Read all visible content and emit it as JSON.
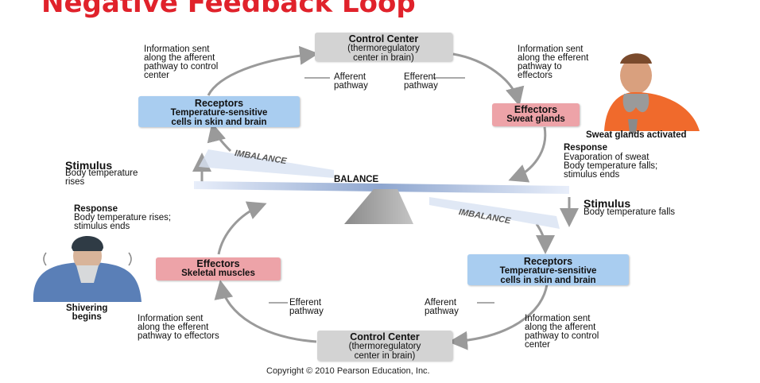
{
  "title": "Negative Feedback Loop",
  "top_loop": {
    "control_center": {
      "heading": "Control Center",
      "sub1": "(thermoregulatory",
      "sub2": "center in brain)"
    },
    "receptors": {
      "heading": "Receptors",
      "line1": "Temperature-sensitive",
      "line2": "cells in skin and brain"
    },
    "effectors": {
      "heading": "Effectors",
      "line1": "Sweat glands"
    },
    "info_afferent": "Information sent\nalong the afferent\npathway to control\ncenter",
    "info_efferent": "Information sent\nalong the efferent\npathway to\neffectors",
    "afferent_label": "Afferent\npathway",
    "efferent_label": "Efferent\npathway",
    "sweat_label": "Sweat glands activated",
    "response_heading": "Response",
    "response_text": "Evaporation of sweat\nBody temperature falls;\nstimulus ends",
    "stimulus_heading": "Stimulus",
    "stimulus_text": "Body temperature\nrises"
  },
  "balance": {
    "center_label": "BALANCE",
    "imbalance_left": "IMBALANCE",
    "imbalance_right": "IMBALANCE"
  },
  "bottom_loop": {
    "stimulus_heading": "Stimulus",
    "stimulus_text": "Body temperature falls",
    "response_heading": "Response",
    "response_text": "Body temperature rises;\nstimulus ends",
    "effectors": {
      "heading": "Effectors",
      "line1": "Skeletal muscles"
    },
    "receptors": {
      "heading": "Receptors",
      "line1": "Temperature-sensitive",
      "line2": "cells in skin and brain"
    },
    "control_center": {
      "heading": "Control Center",
      "sub1": "(thermoregulatory",
      "sub2": "center in brain)"
    },
    "shiver_label": "Shivering\nbegins",
    "efferent_label": "Efferent\npathway",
    "afferent_label": "Afferent\npathway",
    "info_efferent": "Information sent\nalong the efferent\npathway to effectors",
    "info_afferent": "Information sent\nalong the afferent\npathway to control\ncenter"
  },
  "copyright": "Copyright © 2010 Pearson Education, Inc.",
  "colors": {
    "title": "#e0222b",
    "receptor_box": "#a9cdf0",
    "effector_box": "#eda3a8",
    "control_box": "#d3d3d3",
    "arrow": "#9a9a9a"
  }
}
